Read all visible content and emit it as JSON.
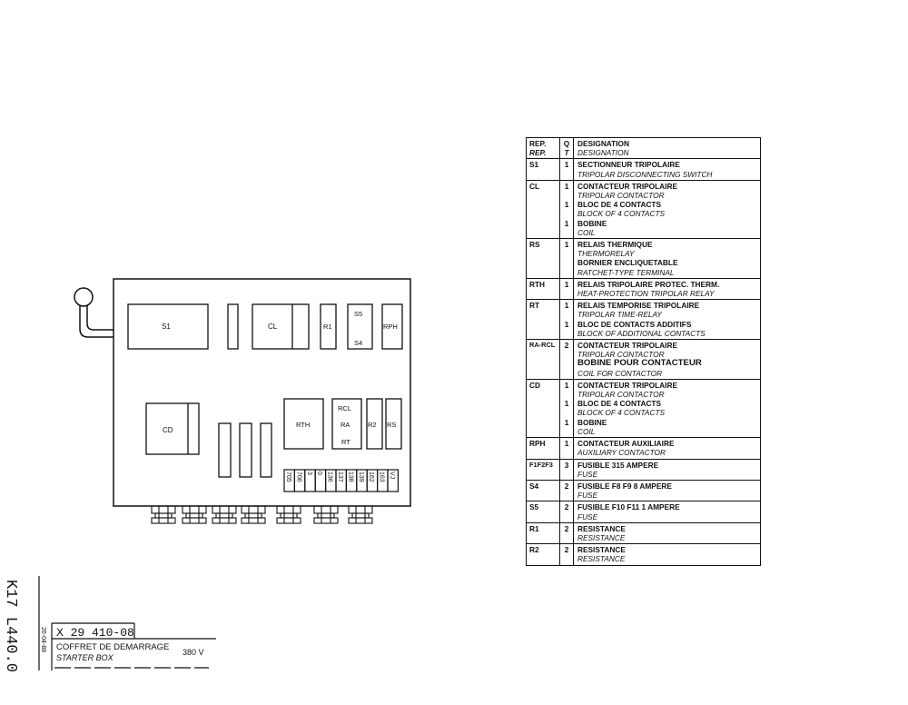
{
  "diagram": {
    "components": {
      "s1": "S1",
      "cl": "CL",
      "r1": "R1",
      "s5": "S5",
      "s4": "S4",
      "rph": "RPH",
      "cd": "CD",
      "rth": "RTH",
      "rcl": "RCL",
      "ra": "RA",
      "rt": "RT",
      "r2": "R2",
      "rs": "RS"
    },
    "terminals": [
      "705",
      "706",
      "3",
      "0",
      "136",
      "137",
      "138",
      "139",
      "162",
      "163",
      "VJ"
    ]
  },
  "title_block": {
    "vertical_code": "K17 L440.0",
    "date": "26-04-88",
    "drawing_number": "X 29 410-08",
    "title_fr": "COFFRET DE DEMARRAGE",
    "title_en": "STARTER BOX",
    "voltage": "380 V"
  },
  "legend": {
    "headers": {
      "rep_fr": "REP.",
      "rep_en": "REP.",
      "q": "Q",
      "t": "T",
      "des_fr": "DESIGNATION",
      "des_en": "DESIGNATION"
    },
    "rows": [
      {
        "rep": "S1",
        "qty": [
          "1"
        ],
        "lines": [
          {
            "fr": "SECTIONNEUR TRIPOLAIRE",
            "en": "TRIPOLAR DISCONNECTING SWITCH"
          }
        ]
      },
      {
        "rep": "CL",
        "qty": [
          "1",
          "1",
          "1"
        ],
        "lines": [
          {
            "fr": "CONTACTEUR TRIPOLAIRE",
            "en": "TRIPOLAR CONTACTOR"
          },
          {
            "fr": "BLOC DE 4 CONTACTS",
            "en": "BLOCK OF 4 CONTACTS"
          },
          {
            "fr": "BOBINE",
            "en": "COIL"
          }
        ]
      },
      {
        "rep": "RS",
        "qty": [
          "1",
          ""
        ],
        "lines": [
          {
            "fr": "RELAIS THERMIQUE",
            "en": "THERMORELAY"
          },
          {
            "fr": "BORNIER ENCLIQUETABLE",
            "en": "RATCHET-TYPE TERMINAL"
          }
        ]
      },
      {
        "rep": "RTH",
        "qty": [
          "1"
        ],
        "lines": [
          {
            "fr": "RELAIS TRIPOLAIRE PROTEC. THERM.",
            "en": "HEAT-PROTECTION TRIPOLAR RELAY"
          }
        ]
      },
      {
        "rep": "RT",
        "qty": [
          "1",
          "1"
        ],
        "lines": [
          {
            "fr": "RELAIS TEMPORISE TRIPOLAIRE",
            "en": "TRIPOLAR TIME-RELAY"
          },
          {
            "fr": "BLOC DE CONTACTS ADDITIFS",
            "en": "BLOCK OF ADDITIONAL CONTACTS"
          }
        ]
      },
      {
        "rep": "RA-RCL",
        "qty": [
          "2",
          ""
        ],
        "lines": [
          {
            "fr": "CONTACTEUR TRIPOLAIRE",
            "en": "TRIPOLAR CONTACTOR"
          },
          {
            "fr": "BOBINE POUR CONTACTEUR",
            "en": "COIL FOR CONTACTOR"
          }
        ]
      },
      {
        "rep": "CD",
        "qty": [
          "1",
          "1",
          "1"
        ],
        "lines": [
          {
            "fr": "CONTACTEUR TRIPOLAIRE",
            "en": "TRIPOLAR CONTACTOR"
          },
          {
            "fr": "BLOC DE 4 CONTACTS",
            "en": "BLOCK OF 4 CONTACTS"
          },
          {
            "fr": "BOBINE",
            "en": "COIL"
          }
        ]
      },
      {
        "rep": "RPH",
        "qty": [
          "1"
        ],
        "lines": [
          {
            "fr": "CONTACTEUR AUXILIAIRE",
            "en": "AUXILIARY CONTACTOR"
          }
        ]
      },
      {
        "rep": "F1F2F3",
        "qty": [
          "3"
        ],
        "lines": [
          {
            "fr": "FUSIBLE 315 AMPERE",
            "en": "FUSE"
          }
        ]
      },
      {
        "rep": "S4",
        "qty": [
          "2"
        ],
        "lines": [
          {
            "fr": "FUSIBLE F8 F9 8 AMPERE",
            "en": "FUSE"
          }
        ]
      },
      {
        "rep": "S5",
        "qty": [
          "2"
        ],
        "lines": [
          {
            "fr": "FUSIBLE F10 F11 1 AMPERE",
            "en": "FUSE"
          }
        ]
      },
      {
        "rep": "R1",
        "qty": [
          "2"
        ],
        "lines": [
          {
            "fr": "RESISTANCE",
            "en": "RESISTANCE"
          }
        ]
      },
      {
        "rep": "R2",
        "qty": [
          "2"
        ],
        "lines": [
          {
            "fr": "RESISTANCE",
            "en": "RESISTANCE"
          }
        ]
      }
    ]
  }
}
